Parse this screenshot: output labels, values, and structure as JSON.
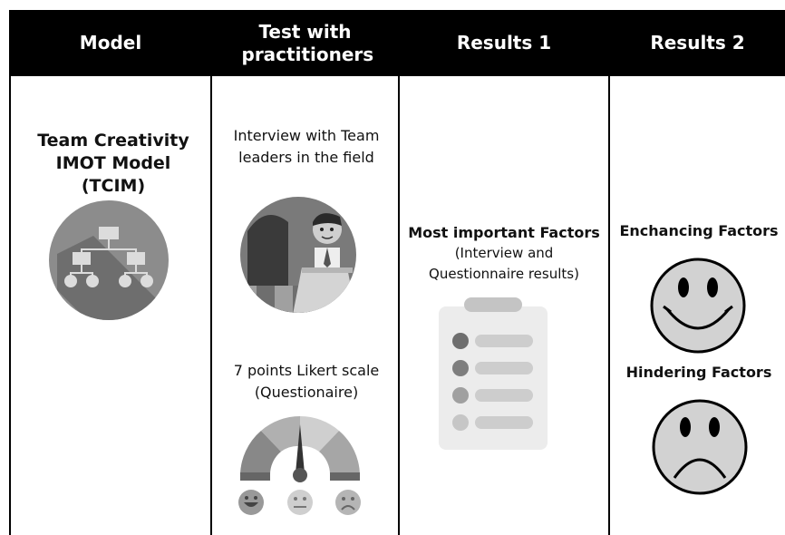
{
  "columns": [
    {
      "title": "Model"
    },
    {
      "title": "Test with practitioners"
    },
    {
      "title": "Results 1"
    },
    {
      "title": "Results 2"
    }
  ],
  "model": {
    "name": "Team Creativity IMOT Model (TCIM)",
    "icon": "hierarchy-org-chart-icon"
  },
  "test": {
    "interview_text": "Interview with Team leaders in the field",
    "interview_icon": "interview-person-icon",
    "likert_text": "7 points Likert scale (Questionaire)",
    "likert_icon": "gauge-meter-icon"
  },
  "results1": {
    "heading": "Most important Factors",
    "subtext": "(Interview and Questionnaire results)",
    "icon": "clipboard-checklist-icon"
  },
  "results2": {
    "enhancing_label": "Enchancing Factors",
    "enhancing_icon": "smiley-face-icon",
    "hindering_label": "Hindering Factors",
    "hindering_icon": "sad-face-icon"
  }
}
